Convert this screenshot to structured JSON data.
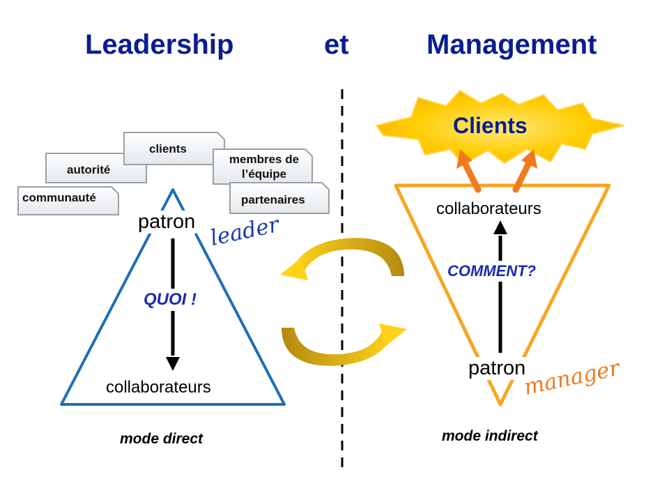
{
  "title": {
    "left": "Leadership",
    "middle": "et",
    "right": "Management"
  },
  "left_panel": {
    "stakeholders": [
      "communauté",
      "autorité",
      "clients",
      "membres de l’équipe",
      "partenaires"
    ],
    "top": "patron",
    "role_label": "leader",
    "action": "QUOI !",
    "bottom": "collaborateurs",
    "mode": "mode direct"
  },
  "right_panel": {
    "burst_label": "Clients",
    "top": "collaborateurs",
    "action": "COMMENT?",
    "bottom": "patron",
    "role_label": "manager",
    "mode": "mode indirect"
  },
  "colors": {
    "title": "#0a1d8f",
    "left_triangle": "#1f6eb5",
    "right_triangle": "#f5a623",
    "burst": "#ffcc00",
    "up_arrows": "#f07a1e",
    "cycle_arrows": "#e0a800",
    "leader_text": "#1a3aa8",
    "manager_text": "#f07a1e"
  }
}
